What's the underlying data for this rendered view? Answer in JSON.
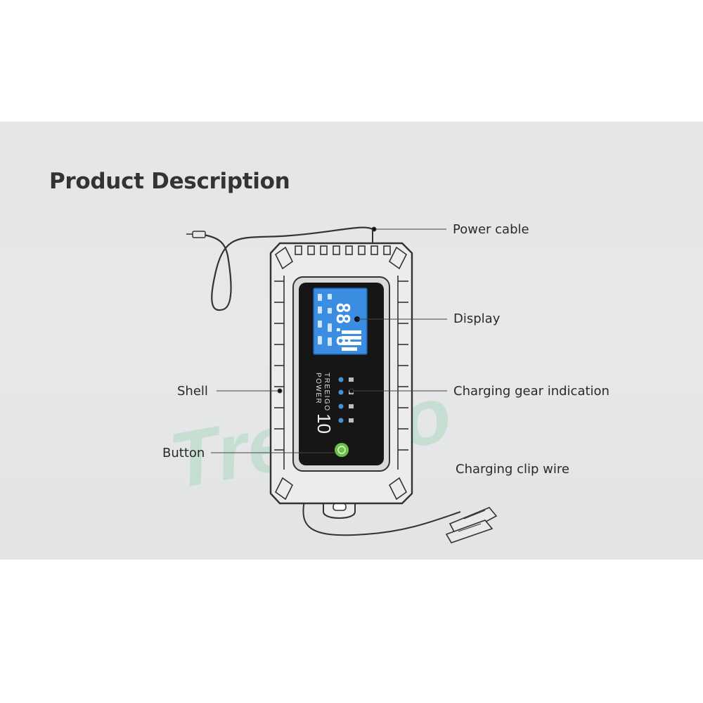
{
  "title": "Product Description",
  "labels": {
    "power_cable": "Power cable",
    "display": "Display",
    "charging_gear": "Charging gear indication",
    "shell": "Shell",
    "button": "Button",
    "clip_wire": "Charging clip wire"
  },
  "device": {
    "brand_line1": "TREEIGO",
    "brand_line2": "POWER",
    "model_number": "10",
    "lcd_digits": "88.8"
  },
  "watermark": "Treeigo",
  "colors": {
    "card": "#e4e6e8",
    "device_body": "#ececec",
    "device_outline": "#333333",
    "front_panel": "#1a1a1a",
    "lcd": "#3a8de0",
    "indicator": "#4a90d9",
    "power_button": "#6cc04a",
    "watermark": "#8fd1a8"
  }
}
